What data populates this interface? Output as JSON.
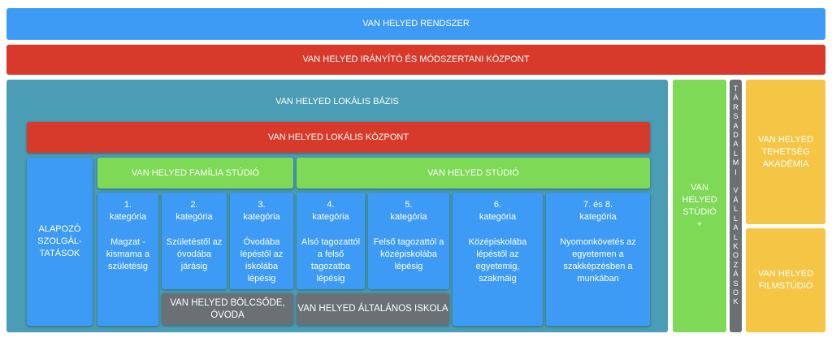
{
  "top": {
    "system": "VAN HELYED RENDSZER",
    "center": "VAN HELYED IRÁNYÍTÓ ÉS MÓDSZERTANI KÖZPONT"
  },
  "local_base": {
    "title": "VAN HELYED LOKÁLIS BÁZIS",
    "local_center": "VAN HELYED LOKÁLIS KÖZPONT",
    "basic_services": "ALAPOZÓ SZOLGÁL-TATÁSOK",
    "family_studio": "VAN HELYED FAMÍLIA STÚDIÓ",
    "studio": "VAN HELYED STÚDIÓ",
    "categories": [
      {
        "head": "1. kategória",
        "desc": "Magzat - kismama a születésig"
      },
      {
        "head": "2. kategória",
        "desc": "Születéstől az óvodába járásig"
      },
      {
        "head": "3. kategória",
        "desc": "Óvodába lépéstől az iskolába lépésig"
      },
      {
        "head": "4. kategória",
        "desc": "Alsó tagozattól a felső tagozatba lépésig"
      },
      {
        "head": "5. kategória",
        "desc": "Felső tagozattól a középiskolába lépésig"
      },
      {
        "head": "6. kategória",
        "desc": "Középiskolába lépéstől az egyetemig, szakmáig"
      },
      {
        "head": "7. és 8. kategória",
        "desc": "Nyomonkövetés az egyetemen a szakképzésben a munkában"
      }
    ],
    "nursery": "VAN HELYED BÖLCSŐDE, ÓVODA",
    "primary_school": "VAN HELYED ÁLTALÁNOS ISKOLA"
  },
  "right": {
    "studio_plus": "VAN HELYED STÚDIÓ +",
    "social_enterprises": "TÁRSADALMI VÁLLALKOZÁSOK",
    "talent_academy": "VAN HELYED TEHETSÉG AKADÉMIA",
    "film_studio": "VAN HELYED FILMSTÚDIÓ"
  },
  "colors": {
    "blue": "#3d9bf5",
    "red": "#d73a2a",
    "teal": "#4a9db4",
    "green": "#7ed957",
    "gray": "#6b7075",
    "yellow": "#f5c545"
  }
}
